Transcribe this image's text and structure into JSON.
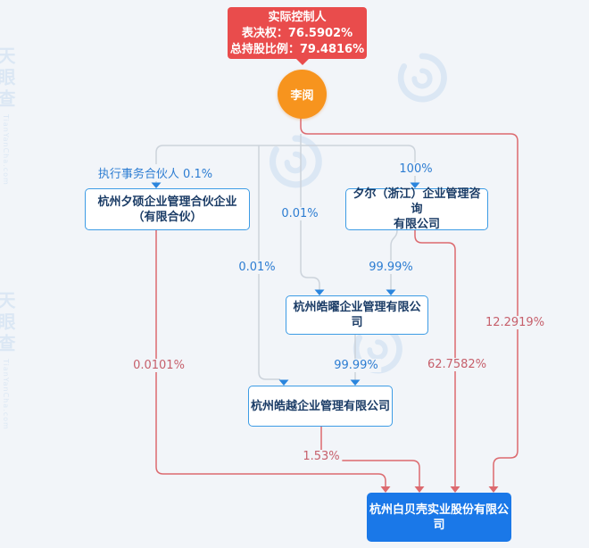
{
  "app": "equity-structure-chart",
  "tooltip": {
    "lines": [
      "实际控制人",
      "表决权：76.5902%",
      "总持股比例：79.4816%"
    ]
  },
  "controller": {
    "name": "李阅"
  },
  "nodes": [
    {
      "id": "xishuo",
      "display": "杭州夕硕企业管理合伙企业\n（有限合伙）",
      "name": "杭州夕硕企业管理合伙企业（有限合伙）"
    },
    {
      "id": "xier",
      "display": "夕尔（浙江）企业管理咨询\n有限公司",
      "name": "夕尔（浙江）企业管理咨询有限公司"
    },
    {
      "id": "haoyao",
      "display": "杭州皓曜企业管理有限公司",
      "name": "杭州皓曜企业管理有限公司"
    },
    {
      "id": "haoyue",
      "display": "杭州皓越企业管理有限公司",
      "name": "杭州皓越企业管理有限公司"
    },
    {
      "id": "baibeike",
      "display": "杭州白贝壳实业股份有限公\n司",
      "name": "杭州白贝壳实业股份有限公司"
    }
  ],
  "edges": [
    {
      "from": "李阅",
      "to": "杭州夕硕企业管理合伙企业（有限合伙）",
      "label": "执行事务合伙人 0.1%",
      "type": "blue"
    },
    {
      "from": "李阅",
      "to": "夕尔（浙江）企业管理咨询有限公司",
      "label": "100%",
      "type": "blue"
    },
    {
      "from": "李阅",
      "to": "杭州皓曜企业管理有限公司",
      "label": "0.01%",
      "type": "blue"
    },
    {
      "from": "李阅",
      "to": "杭州皓越企业管理有限公司",
      "label": "0.01%",
      "type": "blue"
    },
    {
      "from": "夕尔（浙江）企业管理咨询有限公司",
      "to": "杭州皓曜企业管理有限公司",
      "label": "99.99%",
      "type": "blue"
    },
    {
      "from": "杭州皓曜企业管理有限公司",
      "to": "杭州皓越企业管理有限公司",
      "label": "99.99%",
      "type": "blue"
    },
    {
      "from": "杭州夕硕企业管理合伙企业（有限合伙）",
      "to": "杭州白贝壳实业股份有限公司",
      "label": "0.0101%",
      "type": "red"
    },
    {
      "from": "杭州皓越企业管理有限公司",
      "to": "杭州白贝壳实业股份有限公司",
      "label": "1.53%",
      "type": "red"
    },
    {
      "from": "夕尔（浙江）企业管理咨询有限公司",
      "to": "杭州白贝壳实业股份有限公司",
      "label": "62.7582%",
      "type": "red"
    },
    {
      "from": "李阅",
      "to": "杭州白贝壳实业股份有限公司",
      "label": "12.2919%",
      "type": "red"
    }
  ],
  "watermark": {
    "text": "天眼查",
    "subtext": "TianYanCha.com"
  },
  "colors": {
    "background": "#f2f5f9",
    "tooltip_red": "#e94c4c",
    "line_red": "#dc6a6f",
    "label_red": "#c65f6b",
    "label_blue": "#2d7dd2",
    "node_border_blue": "#3d9ce5",
    "primary_node_blue": "#1a78e8",
    "controller_orange": "#f7941e",
    "line_gray": "#ccd3db"
  }
}
